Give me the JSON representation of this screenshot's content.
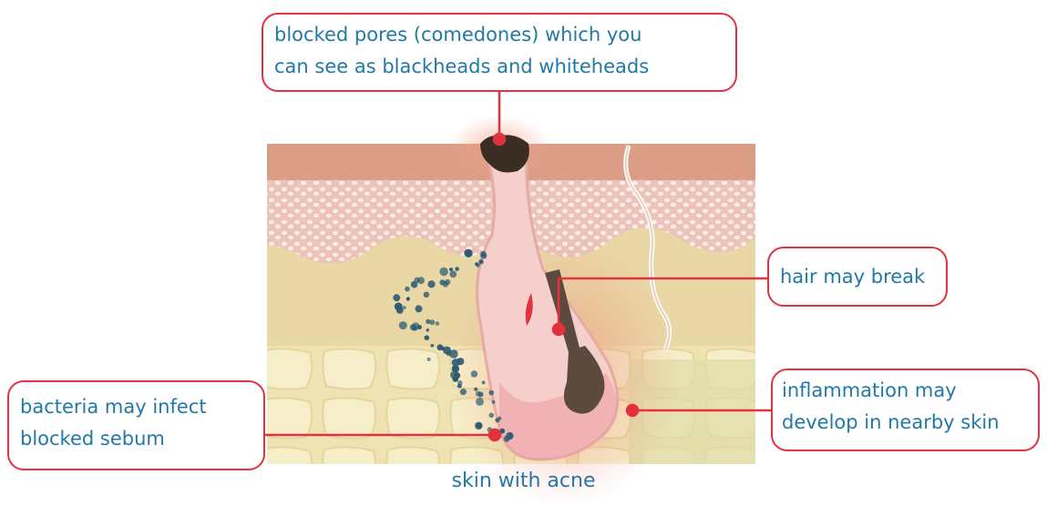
{
  "callouts": {
    "pores": [
      "blocked pores (comedones) which you",
      "can see as blackheads and whiteheads"
    ],
    "hair": [
      "hair may break"
    ],
    "bacteria": [
      "bacteria may infect",
      "blocked sebum"
    ],
    "inflammation": [
      "inflammation may",
      "develop in nearby skin"
    ]
  },
  "caption": "skin with acne",
  "colors": {
    "border": "#e2313f",
    "text": "#2279a6",
    "bacteria": "#2c5a73"
  }
}
